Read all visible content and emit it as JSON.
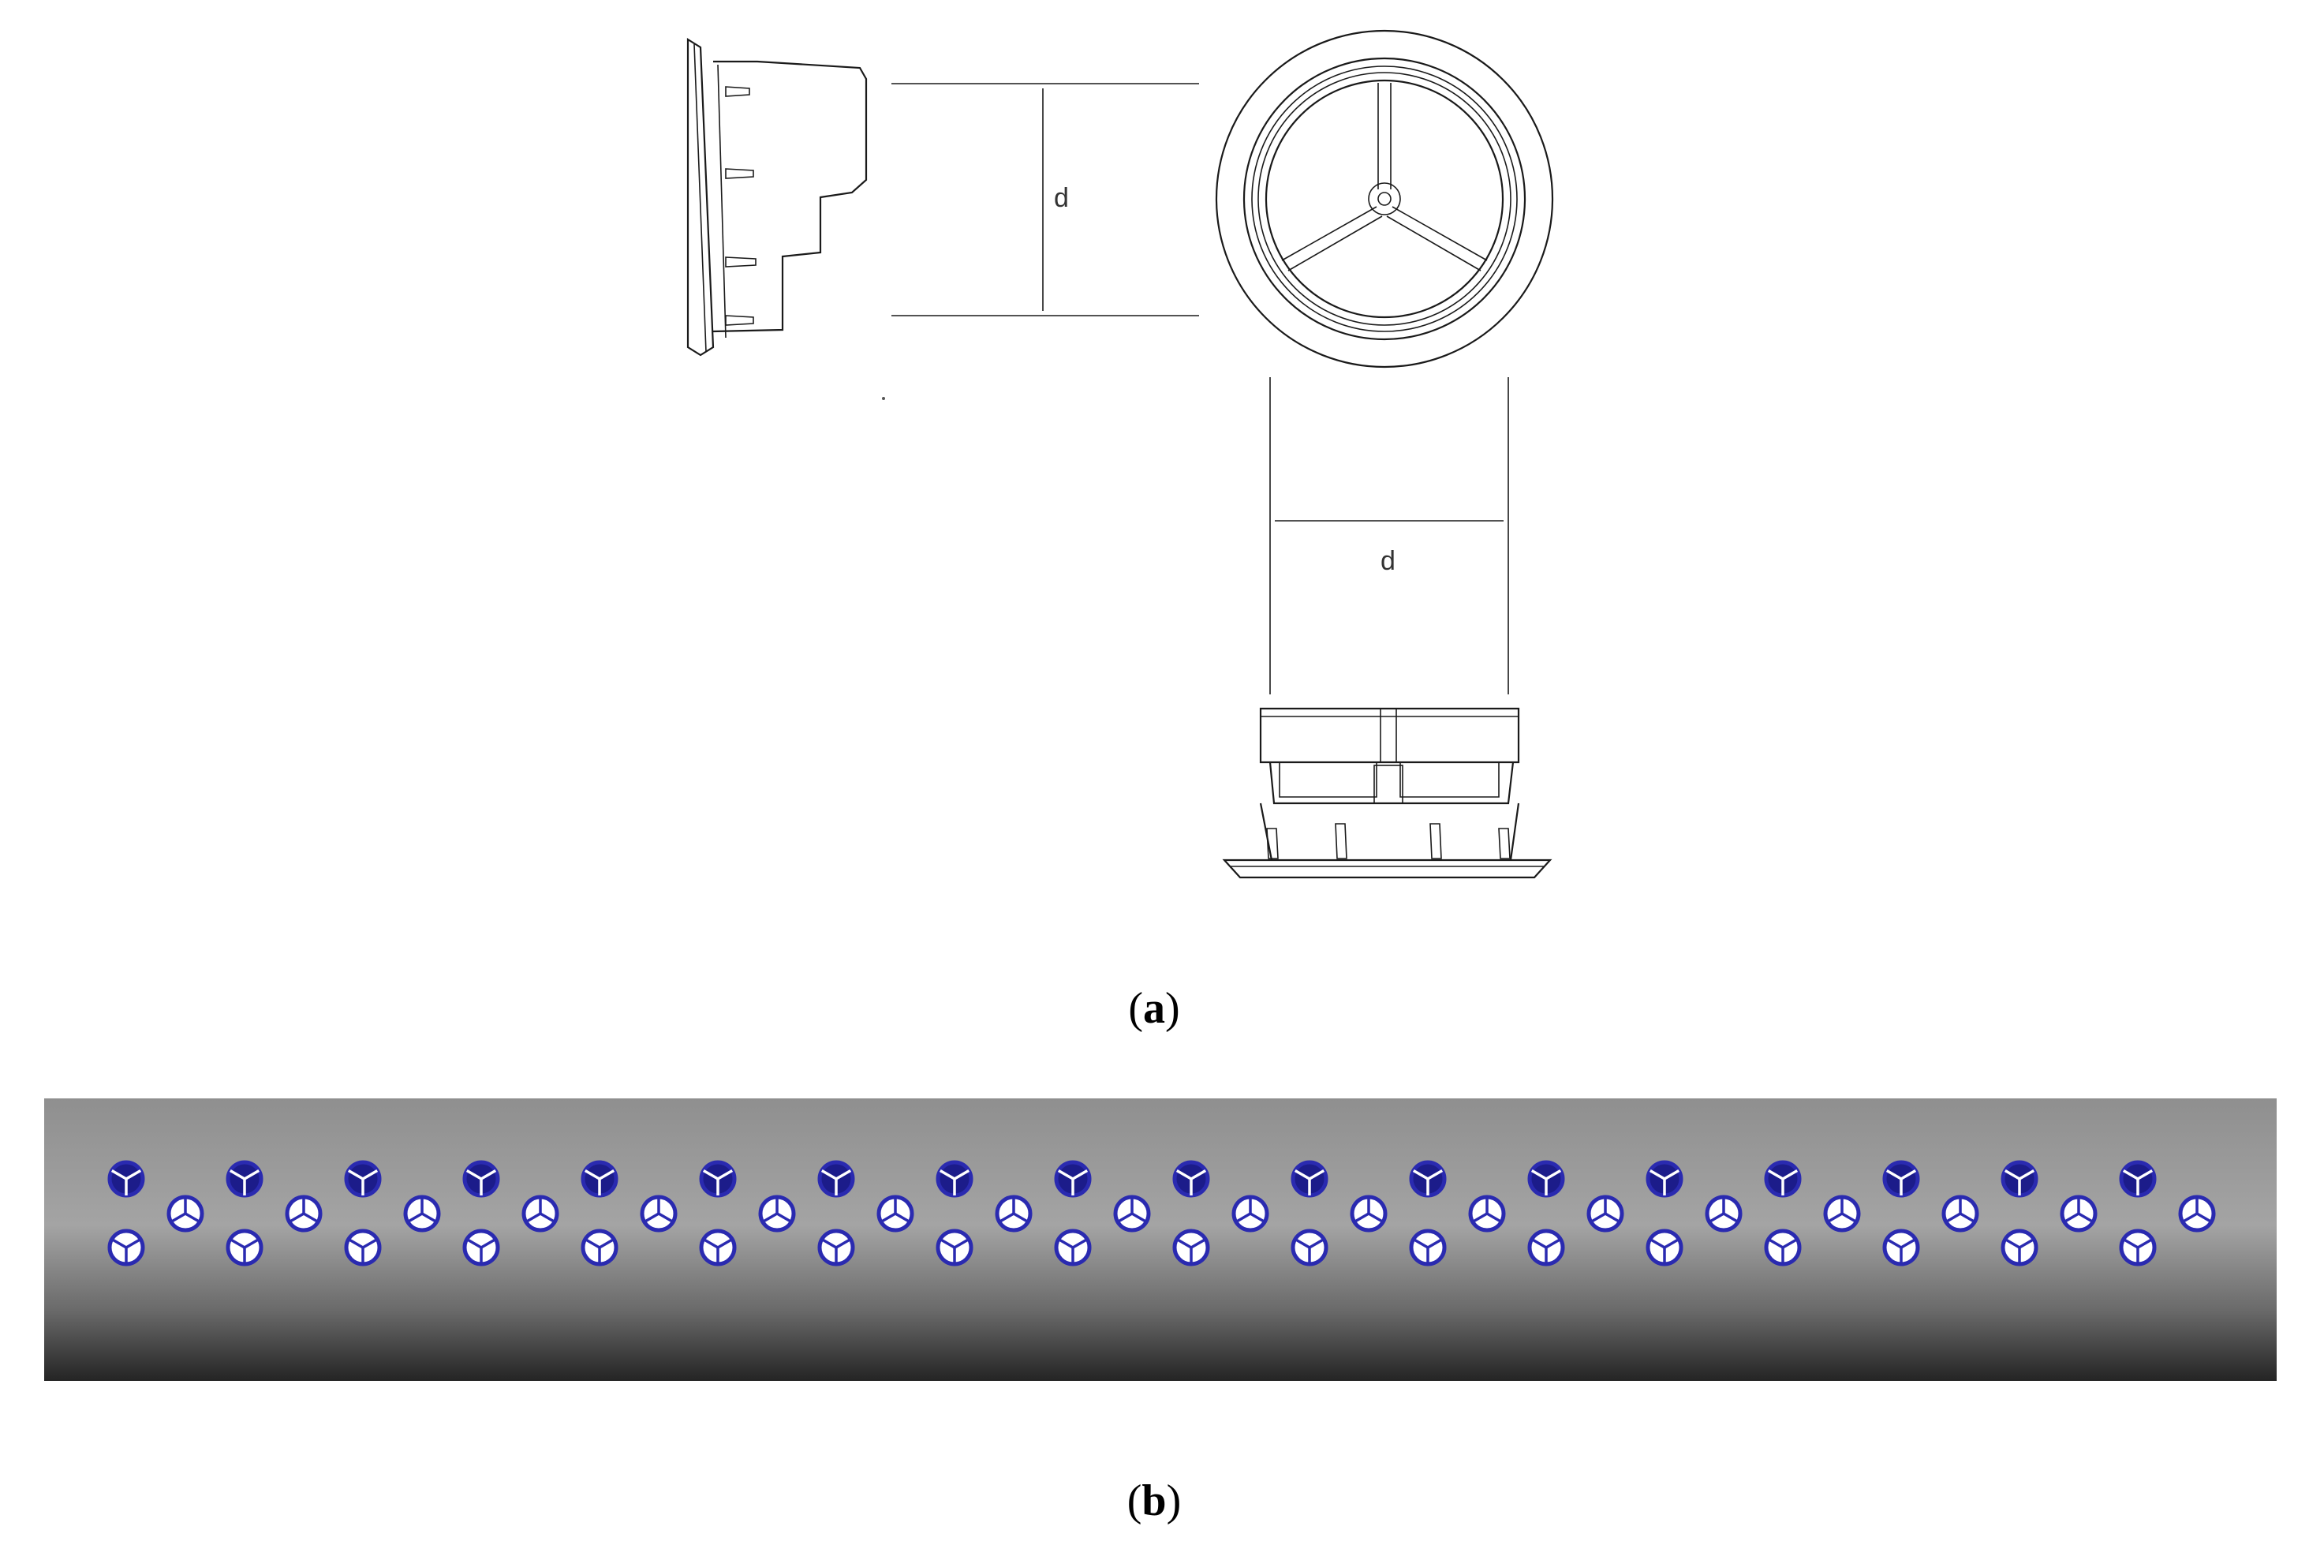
{
  "panel_a": {
    "dimension_label_top": "d",
    "dimension_label_bottom": "d",
    "caption_open": "(",
    "caption_letter": "a",
    "caption_close": ")"
  },
  "panel_b": {
    "caption_open": "(",
    "caption_letter": "b",
    "caption_close": ")",
    "hole_fill": "#ffffff",
    "hole_stroke": "#2a2ab0",
    "pipe_top_color": "#9a9a9a",
    "pipe_bottom_color": "#2b2b2b"
  },
  "icons": {
    "vent": "three-spoke-vent-icon"
  }
}
